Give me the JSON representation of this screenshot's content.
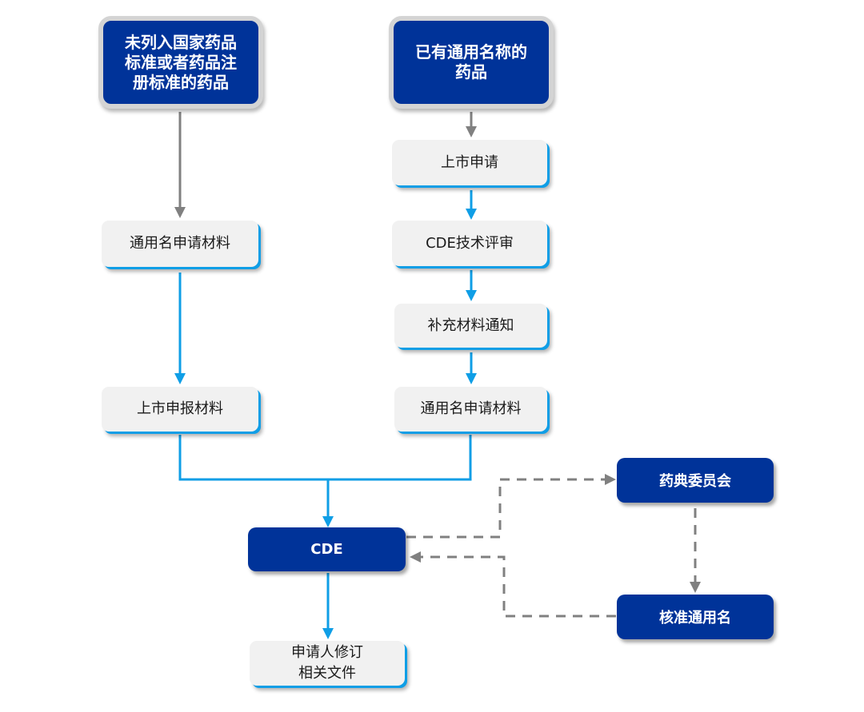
{
  "diagram": {
    "colors": {
      "dark_node_fill": "#003399",
      "light_node_fill": "#f1f1f1",
      "accent_blue": "#0f9ee6",
      "gray_connector": "#808080"
    },
    "nodes": {
      "unlisted_drug": {
        "label": "未列入国家药品\n标准或者药品注\n册标准的药品",
        "style": "dark"
      },
      "generic_name_drug": {
        "label": "已有通用名称的\n药品",
        "style": "dark"
      },
      "left_generic_name_materials": {
        "label": "通用名申请材料",
        "style": "light"
      },
      "marketing_materials": {
        "label": "上市申报材料",
        "style": "light"
      },
      "marketing_application": {
        "label": "上市申请",
        "style": "light"
      },
      "cde_technical_review": {
        "label": "CDE技术评审",
        "style": "light"
      },
      "supplementary_notice": {
        "label": "补充材料通知",
        "style": "light"
      },
      "right_generic_name_materials": {
        "label": "通用名申请材料",
        "style": "light"
      },
      "cde": {
        "label": "CDE",
        "style": "dark"
      },
      "pharmacopoeia_commission": {
        "label": "药典委员会",
        "style": "dark"
      },
      "approve_generic_name": {
        "label": "核准通用名",
        "style": "dark"
      },
      "applicant_revise": {
        "label": "申请人修订\n相关文件",
        "style": "light"
      }
    },
    "edges": [
      {
        "from": "unlisted_drug",
        "to": "left_generic_name_materials",
        "style": "solid-gray"
      },
      {
        "from": "left_generic_name_materials",
        "to": "marketing_materials",
        "style": "solid-blue"
      },
      {
        "from": "generic_name_drug",
        "to": "marketing_application",
        "style": "solid-gray"
      },
      {
        "from": "marketing_application",
        "to": "cde_technical_review",
        "style": "solid-blue"
      },
      {
        "from": "cde_technical_review",
        "to": "supplementary_notice",
        "style": "solid-blue"
      },
      {
        "from": "supplementary_notice",
        "to": "right_generic_name_materials",
        "style": "solid-blue"
      },
      {
        "from": "marketing_materials",
        "to": "cde",
        "style": "solid-blue"
      },
      {
        "from": "right_generic_name_materials",
        "to": "cde",
        "style": "solid-blue"
      },
      {
        "from": "cde",
        "to": "pharmacopoeia_commission",
        "style": "dashed-gray"
      },
      {
        "from": "pharmacopoeia_commission",
        "to": "approve_generic_name",
        "style": "dashed-gray"
      },
      {
        "from": "approve_generic_name",
        "to": "cde",
        "style": "dashed-gray"
      },
      {
        "from": "cde",
        "to": "applicant_revise",
        "style": "solid-blue"
      }
    ]
  }
}
